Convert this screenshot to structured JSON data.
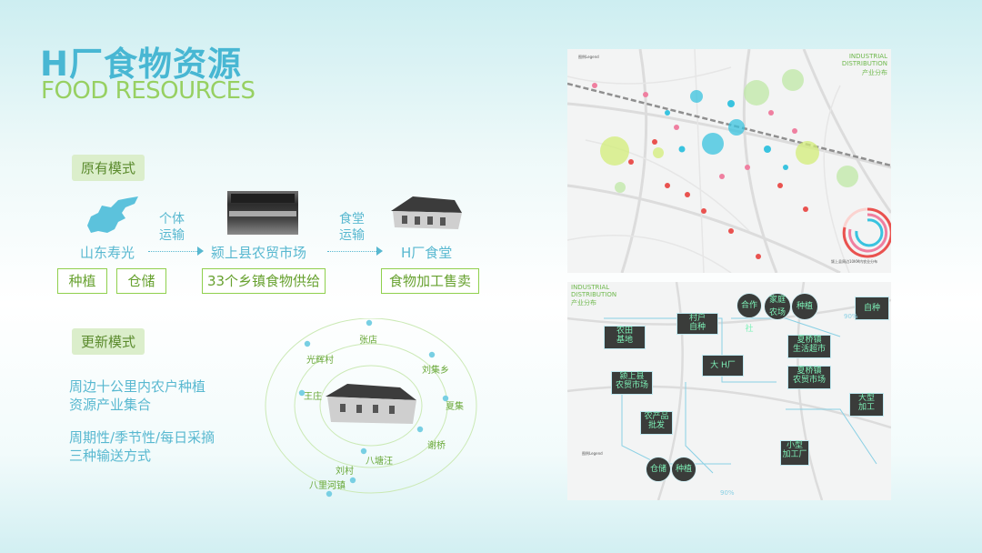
{
  "header": {
    "title_cn": "H厂食物资源",
    "title_en": "FOOD RESOURCES"
  },
  "original": {
    "tag": "原有模式",
    "node1": "山东寿光",
    "node2": "颍上县农贸市场",
    "node3": "H厂食堂",
    "arrow1": "个体\n运输",
    "arrow2": "食堂\n运输",
    "box1": "种植",
    "box2": "仓储",
    "box3": "33个乡镇食物供给",
    "box4": "食物加工售卖"
  },
  "updated": {
    "tag": "更新模式",
    "text1": "周边十公里内农户种植\n资源产业集合",
    "text2": "周期性/季节性/每日采摘\n三种输送方式",
    "villages": [
      "张店",
      "光辉村",
      "刘集乡",
      "夏集",
      "王庄",
      "谢桥",
      "八塘汪",
      "刘村",
      "八里河镇"
    ]
  },
  "map1": {
    "title_en": "INDUSTRIAL\nDISTRIBUTION",
    "title_cn": "产业分布",
    "legend": "图例Legend",
    "donut_caption": "颍上县周边10KM内农业分布",
    "colors": {
      "blue": "#39c3df",
      "pink": "#ef7fa0",
      "red": "#e9524f",
      "lime": "#d3ee79",
      "green": "#bfe8a6"
    }
  },
  "map2": {
    "title_en": "INDUSTRIAL\nDISTRIBUTION",
    "title_cn": "产业分布",
    "legend": "图例Legend",
    "pct1": "90%",
    "pct2": "90%",
    "nodes": {
      "fields": "农田\n基地",
      "village": "村户\n自种",
      "farm": "家庭\n农场",
      "market": "颍上县\n农贸市场",
      "supermarket": "夏桥镇\n生活超市",
      "store": "夏桥镇\n农贸市场",
      "wholesale": "农产品\n批发",
      "self": "自种",
      "storage": "仓储",
      "planting": "种植",
      "factory": "小型\n加工厂",
      "bigtech": "大型\n加工",
      "hfactory": "大 H厂",
      "cooperative": "合作社"
    }
  }
}
